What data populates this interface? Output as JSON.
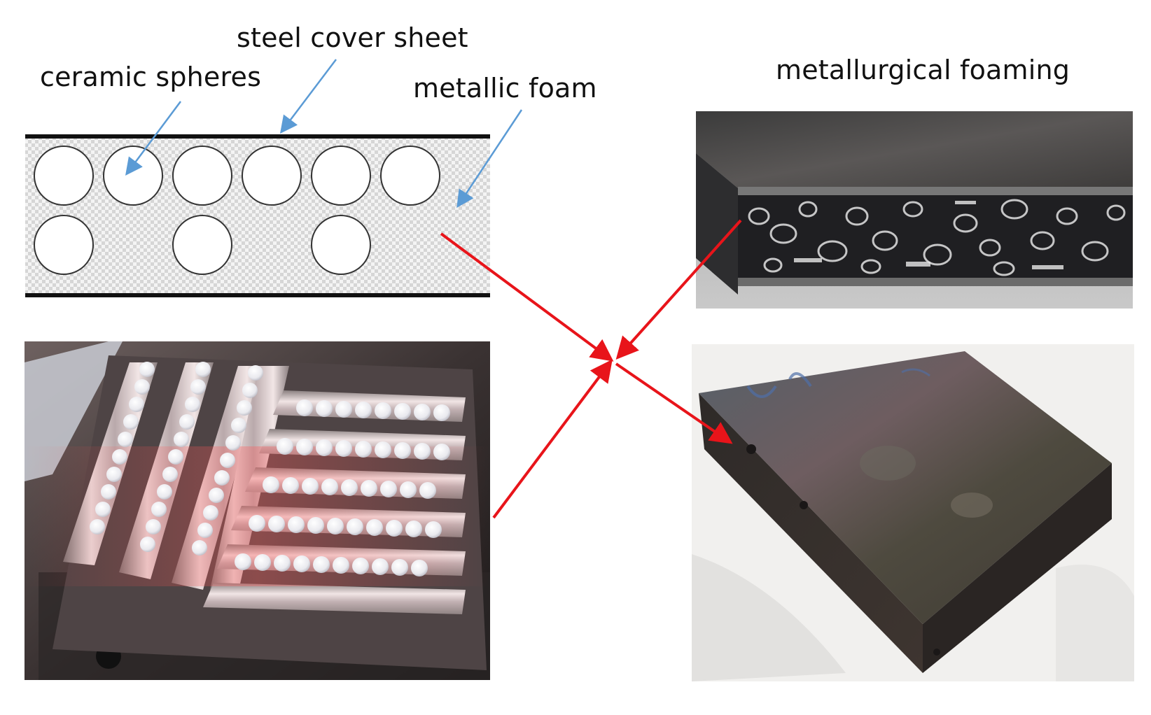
{
  "labels": {
    "ceramic_spheres": "ceramic spheres",
    "steel_cover_sheet": "steel cover sheet",
    "metallic_foam": "metallic foam",
    "metallurgical_foaming": "metallurgical foaming"
  },
  "colors": {
    "annotation_arrow": "#5b9bd5",
    "process_arrow": "#e8141a",
    "cover_sheet": "#111111",
    "foam_pattern": "#cfcfcf"
  }
}
